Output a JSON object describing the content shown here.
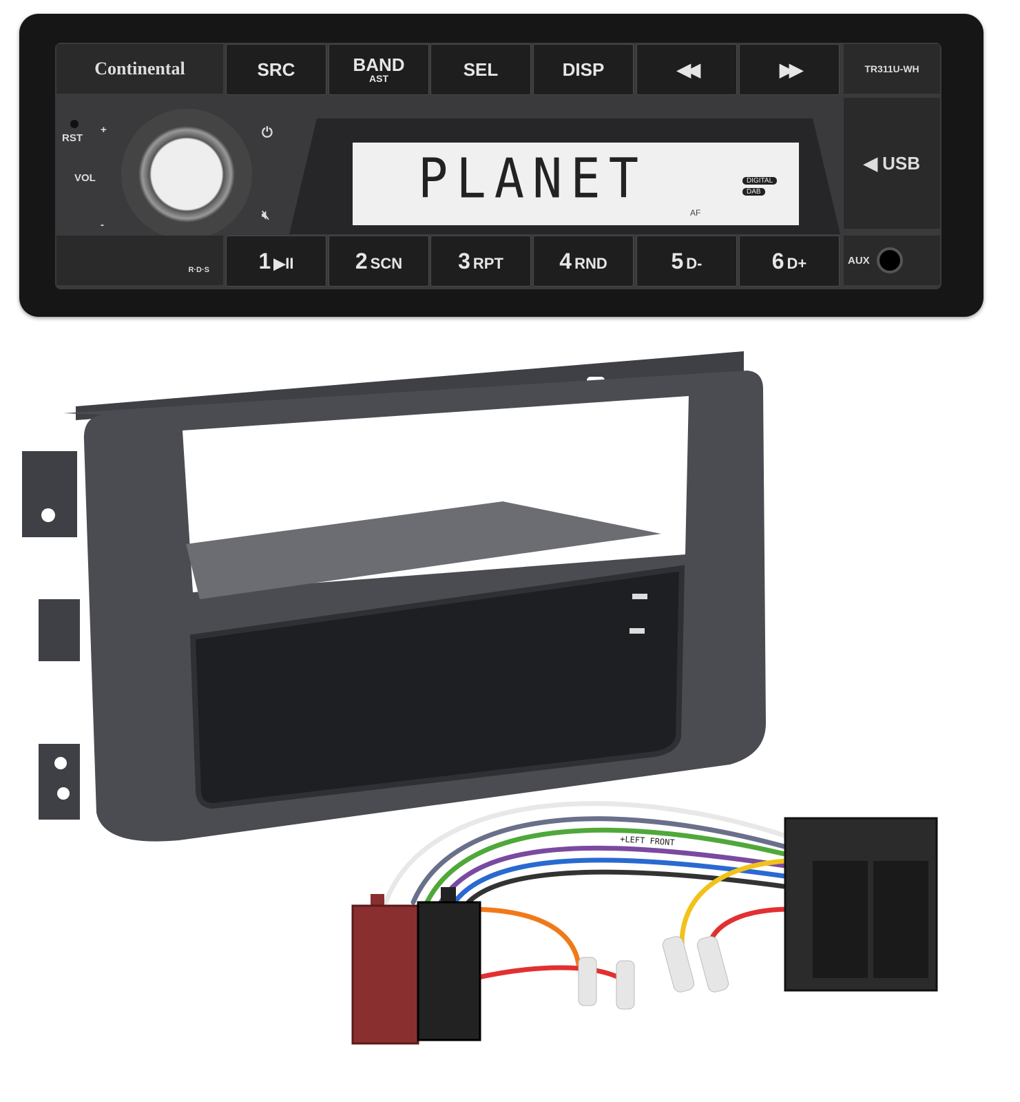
{
  "radio": {
    "brand": "Continental",
    "model": "TR311U-WH",
    "top_buttons": [
      {
        "label": "SRC"
      },
      {
        "label": "BAND",
        "sub": "AST"
      },
      {
        "label": "SEL"
      },
      {
        "label": "DISP"
      },
      {
        "label": "◀◀"
      },
      {
        "label": "▶▶"
      }
    ],
    "bottom_buttons": [
      {
        "num": "1",
        "sub": "▶II"
      },
      {
        "num": "2",
        "sub": "SCN"
      },
      {
        "num": "3",
        "sub": "RPT"
      },
      {
        "num": "4",
        "sub": "RND"
      },
      {
        "num": "5",
        "sub": "D-"
      },
      {
        "num": "6",
        "sub": "D+"
      }
    ],
    "display_text": "PLANET",
    "display_digital": "DIGITAL",
    "display_dab": "DAB",
    "display_af": "AF",
    "usb_label": "◀ USB",
    "aux_label": "AUX",
    "rst_label": "RST",
    "vol_label": "VOL",
    "vol_plus": "+",
    "vol_minus": "-",
    "rds_label": "R·D·S"
  },
  "harness": {
    "cable_label": "+LEFT FRONT"
  },
  "colors": {
    "radio_body": "#161616",
    "fascia": "#4a4c52",
    "connector_brown": "#8a2f2f",
    "connector_black": "#222222"
  }
}
